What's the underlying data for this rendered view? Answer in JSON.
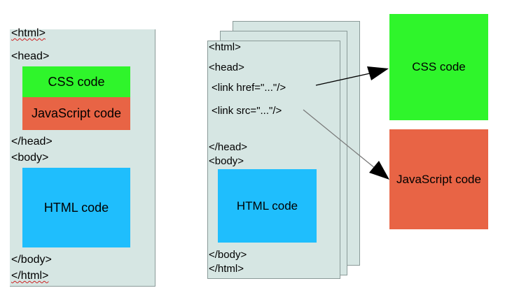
{
  "left": {
    "html_open": "<html>",
    "head_open": "<head>",
    "css_box": "CSS code",
    "js_box": "JavaScript code",
    "head_close": "</head>",
    "body_open": "<body>",
    "html_box": "HTML code",
    "body_close": "</body>",
    "html_close": "</html>"
  },
  "right": {
    "html_open": "<html>",
    "head_open": "<head>",
    "link_href": "<link href=\"...\"/>",
    "link_src": "<link src=\"...\"/>",
    "head_close": "</head>",
    "body_open": "<body>",
    "html_box": "HTML code",
    "body_close": "</body>",
    "html_close": "</html>"
  },
  "external": {
    "css_box": "CSS code",
    "js_box": "JavaScript code"
  },
  "colors": {
    "css": "#2ff52b",
    "javascript": "#e86445",
    "html": "#1fbefd",
    "page": "#d6e6e3"
  }
}
